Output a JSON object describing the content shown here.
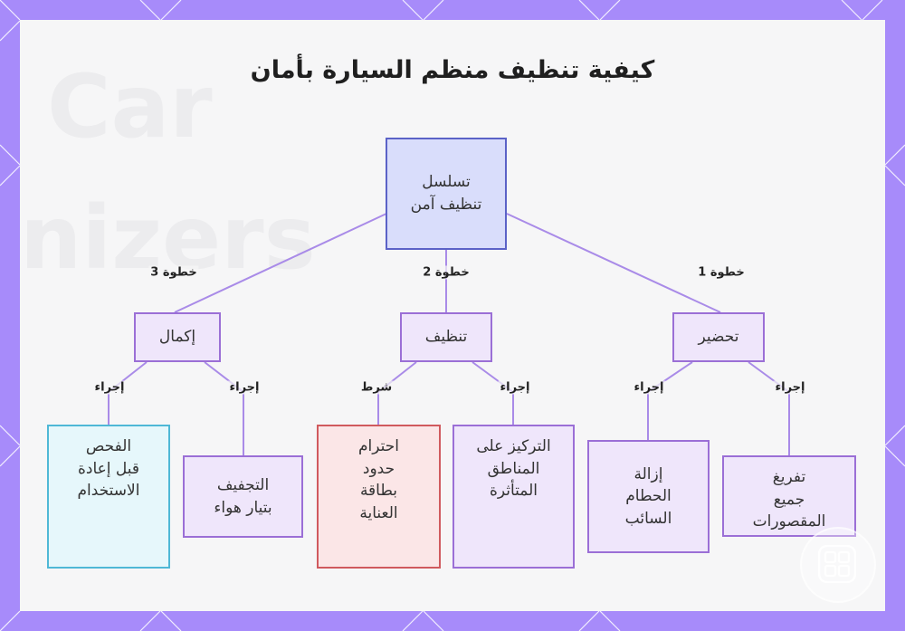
{
  "title": "كيفية تنظيف منظم السيارة بأمان",
  "background": {
    "frame_color": "#a78bfa",
    "card_color": "#f6f6f7"
  },
  "watermark": {
    "line1": "Car",
    "line2": "nizers"
  },
  "nodes": {
    "root": "تسلسل\nتنظيف آمن",
    "step_prepare": "تحضير",
    "step_clean": "تنظيف",
    "step_finish": "إكمال",
    "empty_contents": "تفريغ\nجميع\nالمقصورات",
    "remove_debris": "إزالة\nالحطام\nالسائب",
    "focus_areas": "التركيز على\nالمناطق\nالمتأثرة",
    "respect_limits": "احترام\nحدود\nبطاقة\nالعناية",
    "air_dry": "التجفيف\nبتيار هواء",
    "inspect": "الفحص\nقبل إعادة\nالاستخدام"
  },
  "edge_labels": {
    "step1": "خطوة 1",
    "step2": "خطوة 2",
    "step3": "خطوة 3",
    "action_empty": "إجراء",
    "action_debris": "إجراء",
    "action_focus": "إجراء",
    "condition_limits": "شرط",
    "action_dry": "إجراء",
    "action_inspect": "إجراء"
  },
  "colors": {
    "edge": "#a98be8",
    "root_fill": "#d9ddfb",
    "root_border": "#5b62c7",
    "node_fill": "#efe6fb",
    "node_border": "#9b6fd6",
    "inspect_border": "#4fb8d6",
    "limits_border": "#d05a5e"
  },
  "icons": {
    "logo": "grid-app-icon"
  }
}
